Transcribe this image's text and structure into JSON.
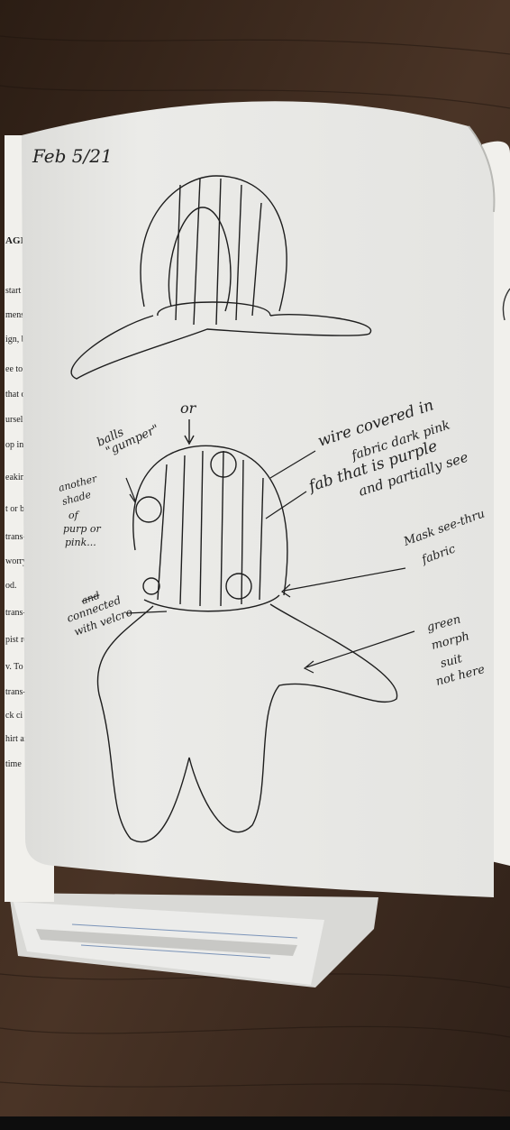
{
  "photo": {
    "colors": {
      "table_dark": "#2b1d14",
      "table_mid": "#4a3426",
      "paper": "#e9e9e6",
      "back_page": "#f1f0ec",
      "ink": "#1e1e1e"
    }
  },
  "sketch_page": {
    "date": "Feb 5/21",
    "labels": {
      "or": "or",
      "balls_line1": "balls",
      "balls_line2": "\"gumper\"",
      "another_shade_1": "another",
      "another_shade_2": "shade",
      "another_shade_3": "of",
      "another_shade_4": "purp or",
      "another_shade_5": "pink...",
      "wire_1": "wire covered in",
      "wire_2": "fabric dark pink",
      "wire_3": "fab that is purple",
      "wire_4": "and partially see",
      "mask_1": "Mask see-thru",
      "mask_2": "fabric",
      "velcro_struck": "and",
      "velcro_1": "connected",
      "velcro_2": "with velcro",
      "green_1": "green",
      "green_2": "morph",
      "green_3": "suit",
      "green_4": "not here"
    }
  },
  "back_page": {
    "fragments": [
      "AGIN",
      "start t",
      "mense",
      "ign, be",
      "ee to j",
      "that d",
      "urself",
      "op in",
      "eakin",
      "t or be",
      "trans-",
      "worry,",
      "od.",
      "trans-",
      "pist re",
      "v. To",
      "trans-",
      "ck ci",
      "hirt an",
      "time"
    ]
  }
}
